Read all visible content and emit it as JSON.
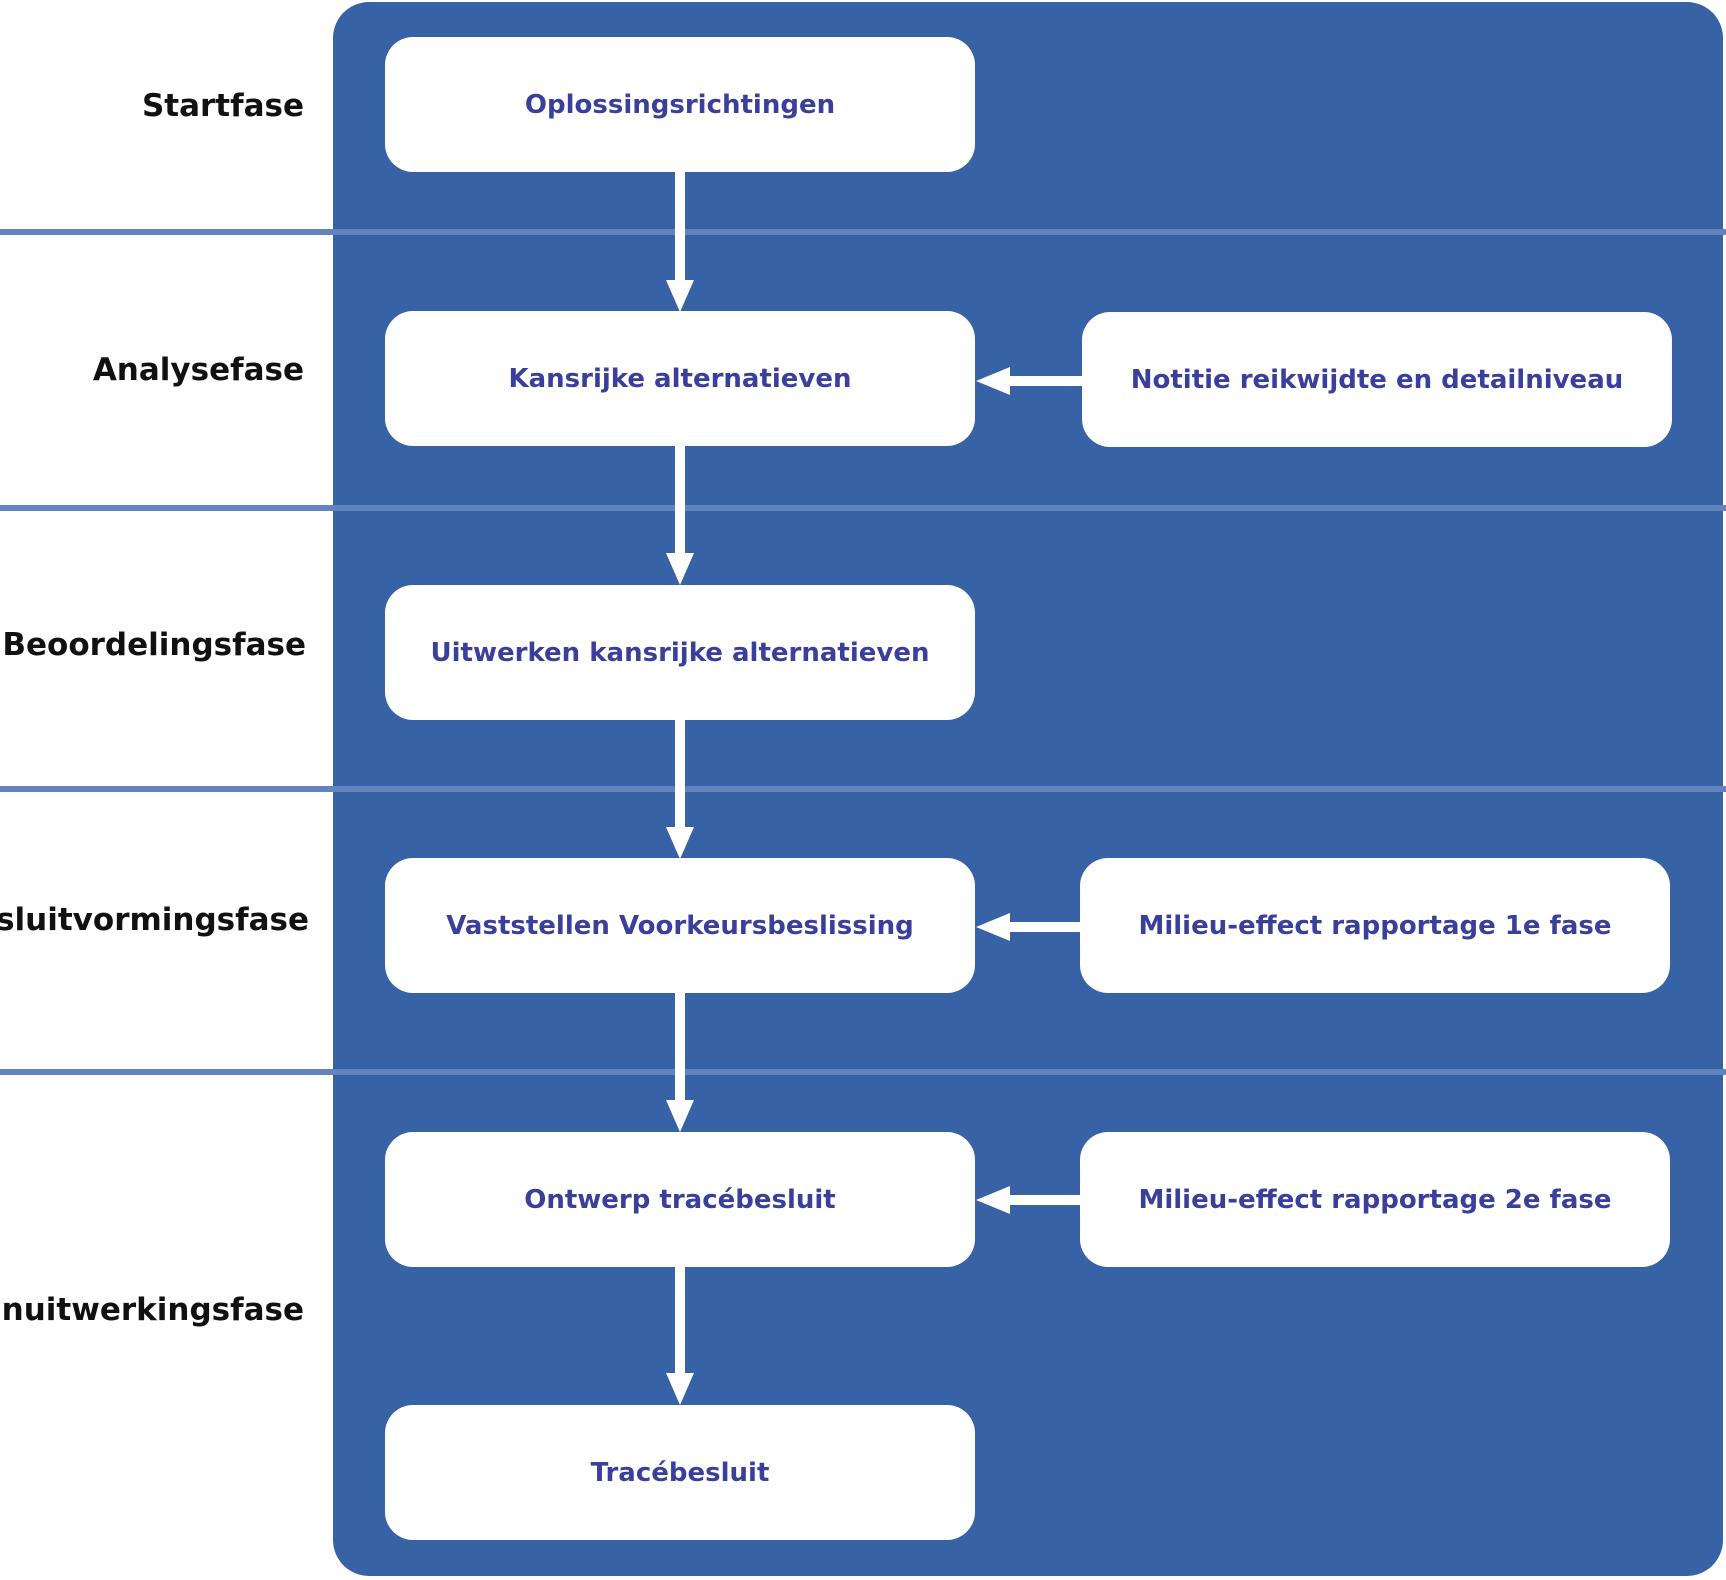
{
  "colors": {
    "panel": "#3862a6",
    "divider": "#6283bd",
    "box_text": "#3b3f9c",
    "phase_text": "#111111"
  },
  "phases": [
    {
      "label": "Startfase"
    },
    {
      "label": "Analysefase"
    },
    {
      "label": "Beoordelingsfase"
    },
    {
      "label": "Besluitvormingsfase"
    },
    {
      "label": "Planuitwerkingsfase"
    }
  ],
  "main_flow": [
    {
      "label": "Oplossingsrichtingen"
    },
    {
      "label": "Kansrijke alternatieven"
    },
    {
      "label": "Uitwerken kansrijke alternatieven"
    },
    {
      "label": "Vaststellen Voorkeursbeslissing"
    },
    {
      "label": "Ontwerp tracébesluit"
    },
    {
      "label": "Tracébesluit"
    }
  ],
  "side_inputs": [
    {
      "label": "Notitie reikwijdte en detailniveau",
      "feeds": "Kansrijke alternatieven"
    },
    {
      "label": "Milieu-effect rapportage 1e fase",
      "feeds": "Vaststellen Voorkeursbeslissing"
    },
    {
      "label": "Milieu-effect rapportage 2e fase",
      "feeds": "Ontwerp tracébesluit"
    }
  ]
}
